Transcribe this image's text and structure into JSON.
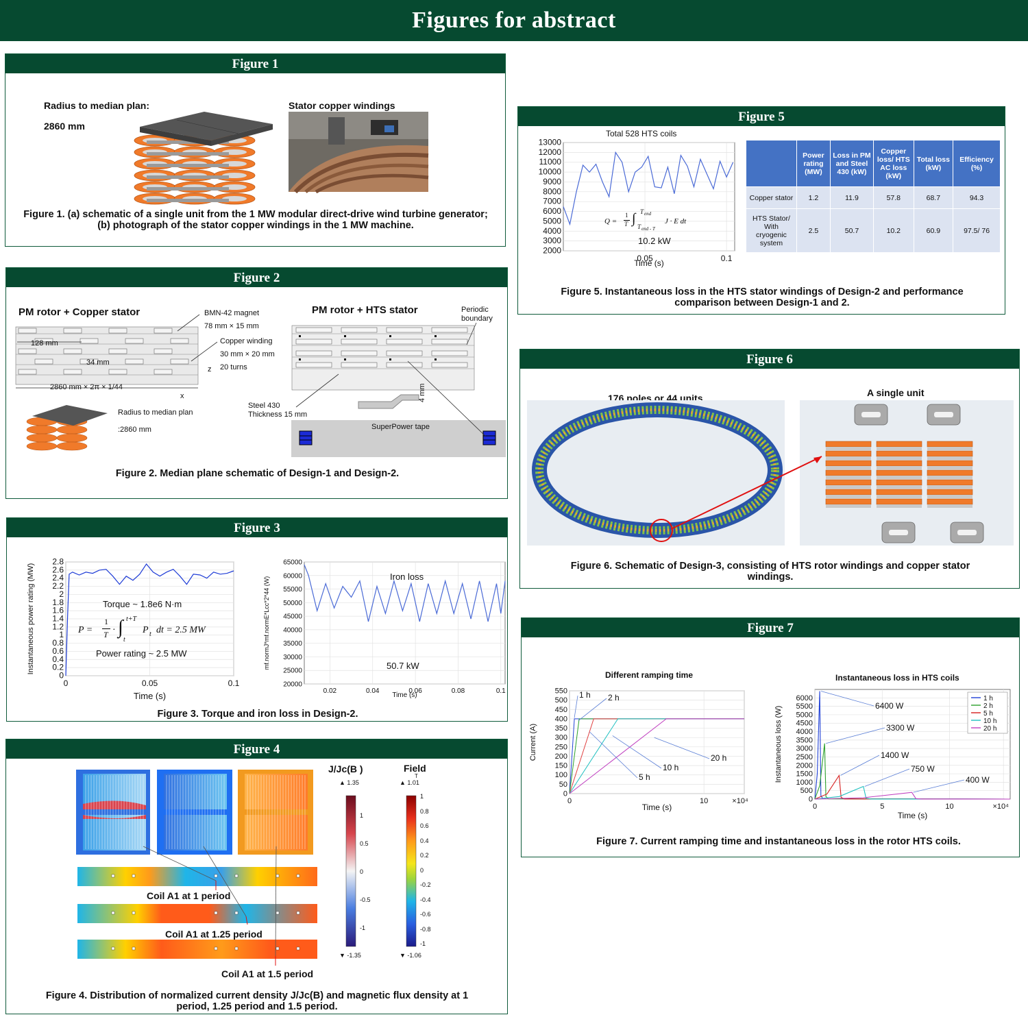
{
  "banner": "Figures for abstract",
  "fig1": {
    "head": "Figure 1",
    "radius_label": "Radius to median plan:",
    "radius_value": "2860 mm",
    "photo_label": "Stator copper windings",
    "caption": "Figure 1. (a) schematic of a single unit from the 1 MW modular direct-drive wind turbine generator; (b) photograph of the stator copper windings in the 1 MW machine."
  },
  "fig2": {
    "head": "Figure 2",
    "left_title": "PM rotor + Copper stator",
    "right_title": "PM rotor + HTS stator",
    "magnet": "BMN-42 magnet",
    "magnet_dim": "78 mm × 15 mm",
    "copper_winding": "Copper winding",
    "winding_dim": "30 mm × 20 mm",
    "turns": "20 turns",
    "dim_128": "128 mm",
    "dim_34": "34 mm",
    "dim_bottom": "2860 mm × 2π × 1/44",
    "axis_z": "z",
    "axis_x": "x",
    "radius_label": "Radius to median plan",
    "radius_value": ":2860 mm",
    "periodic": "Periodic",
    "boundary": "boundary",
    "steel": "Steel 430",
    "thickness": "Thickness 15 mm",
    "tape_thickness": "4 mm",
    "tape": "SuperPower tape",
    "caption": "Figure 2. Median plane schematic of Design-1 and Design-2."
  },
  "fig3": {
    "head": "Figure 3",
    "torque": "Torque ~ 1.8e6 N·m",
    "formula_lhs": "P =",
    "formula_frac_num": "1",
    "formula_frac_den": "T",
    "formula_upper": "t+T",
    "formula_lower": "t",
    "formula_rhs": "P",
    "formula_sub": "t",
    "formula_end": "dt = 2.5 MW",
    "power_rating": "Power rating ~ 2.5 MW",
    "iron_loss": "Iron loss",
    "iron_value": "50.7 kW",
    "caption": "Figure 3. Torque and iron loss in Design-2."
  },
  "fig4": {
    "head": "Figure 4",
    "jjc_title": "J/Jc(B )",
    "jjc_max": "▲ 1.35",
    "jjc_min": "▼ -1.35",
    "jjc_ticks": [
      "1",
      "0.5",
      "0",
      "-0.5",
      "-1"
    ],
    "field_title": "Field",
    "field_unit": "T",
    "field_max": "▲ 1.01",
    "field_min": "▼ -1.06",
    "field_ticks": [
      "1",
      "0.8",
      "0.6",
      "0.4",
      "0.2",
      "0",
      "-0.2",
      "-0.4",
      "-0.6",
      "-0.8",
      "-1"
    ],
    "coil1": "Coil A1 at 1 period",
    "coil125": "Coil A1 at 1.25 period",
    "coil15": "Coil A1 at 1.5 period",
    "caption": "Figure 4. Distribution of normalized current density J/Jc(B) and magnetic flux density at 1 period, 1.25 period and 1.5 period."
  },
  "fig5": {
    "head": "Figure 5",
    "plot_title": "Total 528 HTS coils",
    "formula_q": "Q =",
    "formula_num": "1",
    "formula_den": "T",
    "formula_upper": "T",
    "formula_upper_sub": "end",
    "formula_lower": "T",
    "formula_lower_sub": "end - T",
    "formula_body": "J · E dt",
    "value": "10.2 kW",
    "table": {
      "headers": [
        "",
        "Power rating (MW)",
        "Loss in PM and Steel 430 (kW)",
        "Copper loss/ HTS AC loss (kW)",
        "Total loss (kW)",
        "Efficiency (%)"
      ],
      "rows": [
        [
          "Copper stator",
          "1.2",
          "11.9",
          "57.8",
          "68.7",
          "94.3"
        ],
        [
          "HTS Stator/ With cryogenic system",
          "2.5",
          "50.7",
          "10.2",
          "60.9",
          "97.5/ 76"
        ]
      ]
    },
    "caption": "Figure 5. Instantaneous loss in the HTS stator windings of Design-2 and performance comparison between Design-1 and 2."
  },
  "fig6": {
    "head": "Figure 6",
    "ring_label": "176 poles or 44 units",
    "unit_label": "A single unit",
    "caption": "Figure 6. Schematic of Design-3, consisting of HTS rotor windings and copper stator windings."
  },
  "fig7": {
    "head": "Figure 7",
    "left_title": "Different ramping time",
    "right_title": "Instantaneous loss in HTS coils",
    "ramp_labels": [
      "1 h",
      "2 h",
      "5 h",
      "10 h",
      "20 h"
    ],
    "loss_labels": [
      "6400 W",
      "3300 W",
      "1400 W",
      "750 W",
      "400 W"
    ],
    "legend": [
      "1 h",
      "2 h",
      "5 h",
      "10 h",
      "20 h"
    ],
    "caption": "Figure 7. Current ramping time and instantaneous loss in the rotor HTS coils."
  },
  "chart_data": [
    {
      "id": "fig3a",
      "type": "line",
      "xlabel": "Time (s)",
      "ylabel": "Instantaneous power rating (MW)",
      "xlim": [
        0,
        0.1
      ],
      "ylim": [
        0,
        2.8
      ],
      "xticks": [
        "0",
        "0.05",
        "0.1"
      ],
      "yticks": [
        "0",
        "0.2",
        "0.4",
        "0.6",
        "0.8",
        "1",
        "1.2",
        "1.4",
        "1.6",
        "1.8",
        "2",
        "2.2",
        "2.4",
        "2.6",
        "2.8"
      ],
      "x": [
        0,
        0.001,
        0.002,
        0.004,
        0.008,
        0.012,
        0.016,
        0.02,
        0.024,
        0.028,
        0.032,
        0.036,
        0.04,
        0.044,
        0.048,
        0.052,
        0.056,
        0.06,
        0.064,
        0.068,
        0.072,
        0.076,
        0.08,
        0.084,
        0.088,
        0.092,
        0.096,
        0.1
      ],
      "y": [
        0,
        1.4,
        2.5,
        2.55,
        2.48,
        2.55,
        2.52,
        2.6,
        2.62,
        2.45,
        2.25,
        2.45,
        2.35,
        2.5,
        2.75,
        2.55,
        2.45,
        2.55,
        2.62,
        2.45,
        2.25,
        2.5,
        2.48,
        2.4,
        2.55,
        2.5,
        2.52,
        2.58
      ]
    },
    {
      "id": "fig3b",
      "type": "line",
      "xlabel": "Time (s)",
      "ylabel": "mf.normJ*mf.normE*Lcc*2*44 (W)",
      "xlim": [
        0.008,
        0.102
      ],
      "ylim": [
        20000,
        65000
      ],
      "xticks": [
        "0.02",
        "0.04",
        "0.06",
        "0.08",
        "0.1"
      ],
      "yticks": [
        "20000",
        "25000",
        "30000",
        "35000",
        "40000",
        "45000",
        "50000",
        "55000",
        "60000",
        "65000"
      ],
      "x": [
        0.008,
        0.01,
        0.014,
        0.018,
        0.022,
        0.026,
        0.03,
        0.034,
        0.038,
        0.042,
        0.046,
        0.05,
        0.054,
        0.058,
        0.062,
        0.066,
        0.07,
        0.074,
        0.078,
        0.082,
        0.086,
        0.09,
        0.094,
        0.098,
        0.1,
        0.102
      ],
      "y": [
        64000,
        60000,
        47000,
        57000,
        48000,
        56000,
        52000,
        58000,
        43000,
        56000,
        46000,
        58000,
        47000,
        57000,
        43000,
        57000,
        46000,
        58000,
        46000,
        57000,
        44000,
        58000,
        43000,
        57000,
        46000,
        58000
      ]
    },
    {
      "id": "fig5",
      "type": "line",
      "xlabel": "Time (s)",
      "ylabel": "",
      "xlim": [
        0,
        0.105
      ],
      "ylim": [
        2000,
        13000
      ],
      "xticks": [
        "0.05",
        "0.1"
      ],
      "yticks": [
        "2000",
        "3000",
        "4000",
        "5000",
        "6000",
        "7000",
        "8000",
        "9000",
        "10000",
        "11000",
        "12000",
        "13000"
      ],
      "x": [
        0,
        0.004,
        0.008,
        0.012,
        0.016,
        0.02,
        0.024,
        0.028,
        0.032,
        0.036,
        0.04,
        0.044,
        0.048,
        0.052,
        0.056,
        0.06,
        0.064,
        0.068,
        0.072,
        0.076,
        0.08,
        0.084,
        0.088,
        0.092,
        0.096,
        0.1,
        0.104
      ],
      "y": [
        6500,
        4700,
        8000,
        10700,
        10000,
        10800,
        9000,
        7500,
        12000,
        11000,
        8000,
        10000,
        10500,
        11600,
        8500,
        8400,
        10500,
        7800,
        11700,
        10600,
        8500,
        11300,
        9800,
        8300,
        11100,
        9500,
        11000
      ]
    },
    {
      "id": "fig7a",
      "type": "line",
      "title": "Different ramping time",
      "xlabel": "Time (s)",
      "ylabel": "Current (A)",
      "xlim": [
        0,
        130000
      ],
      "ylim": [
        0,
        550
      ],
      "xticks": [
        "0",
        "10",
        "×10⁴"
      ],
      "yticks": [
        "0",
        "50",
        "100",
        "150",
        "200",
        "250",
        "300",
        "350",
        "400",
        "450",
        "500",
        "550"
      ],
      "series": [
        {
          "name": "1 h",
          "x": [
            0,
            3600,
            130000
          ],
          "y": [
            0,
            400,
            400
          ]
        },
        {
          "name": "2 h",
          "x": [
            0,
            7200,
            130000
          ],
          "y": [
            0,
            400,
            400
          ]
        },
        {
          "name": "5 h",
          "x": [
            0,
            18000,
            130000
          ],
          "y": [
            0,
            400,
            400
          ]
        },
        {
          "name": "10 h",
          "x": [
            0,
            36000,
            130000
          ],
          "y": [
            0,
            400,
            400
          ]
        },
        {
          "name": "20 h",
          "x": [
            0,
            72000,
            130000
          ],
          "y": [
            0,
            400,
            400
          ]
        }
      ]
    },
    {
      "id": "fig7b",
      "type": "line",
      "title": "Instantaneous loss in HTS coils",
      "xlabel": "Time (s)",
      "ylabel": "Instantaneous loss (W)",
      "xlim": [
        0,
        145000
      ],
      "ylim": [
        0,
        6500
      ],
      "xticks": [
        "0",
        "5",
        "10",
        "×10⁴"
      ],
      "yticks": [
        "0",
        "500",
        "1000",
        "1500",
        "2000",
        "2500",
        "3000",
        "3500",
        "4000",
        "4500",
        "5000",
        "5500",
        "6000"
      ],
      "series": [
        {
          "name": "1 h",
          "x": [
            0,
            1800,
            3600,
            4500,
            6000,
            145000
          ],
          "y": [
            0,
            1500,
            6400,
            200,
            20,
            0
          ]
        },
        {
          "name": "2 h",
          "x": [
            0,
            3600,
            7200,
            8200,
            10000,
            145000
          ],
          "y": [
            0,
            800,
            3300,
            150,
            15,
            0
          ]
        },
        {
          "name": "5 h",
          "x": [
            0,
            9000,
            18000,
            19500,
            22000,
            145000
          ],
          "y": [
            0,
            300,
            1400,
            100,
            10,
            0
          ]
        },
        {
          "name": "10 h",
          "x": [
            0,
            18000,
            36000,
            38000,
            42000,
            145000
          ],
          "y": [
            0,
            150,
            750,
            50,
            5,
            0
          ]
        },
        {
          "name": "20 h",
          "x": [
            0,
            36000,
            72000,
            75000,
            80000,
            145000
          ],
          "y": [
            0,
            80,
            400,
            30,
            3,
            0
          ]
        }
      ]
    }
  ]
}
